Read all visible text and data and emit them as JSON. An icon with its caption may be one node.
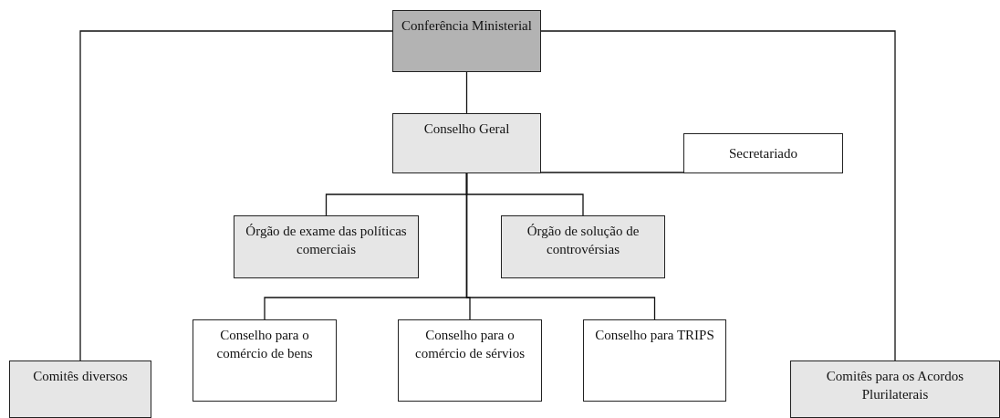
{
  "diagram": {
    "nodes": [
      {
        "text": [
          "Conferência Ministerial"
        ]
      },
      {
        "text": [
          "Conselho Geral"
        ]
      },
      {
        "text": [
          "Secretariado"
        ]
      },
      {
        "text": [
          "Órgão de exame das políticas comerciais"
        ]
      },
      {
        "text": [
          "Órgão de solução de controvérsias"
        ]
      },
      {
        "text": [
          "Conselho para o comércio de bens"
        ]
      },
      {
        "text": [
          "Conselho para o comércio de sérvios"
        ]
      },
      {
        "text": [
          "Conselho para TRIPS"
        ]
      },
      {
        "text": [
          "Comitês diversos"
        ]
      },
      {
        "text": [
          "Comitês para os Acordos Plurilaterais"
        ]
      }
    ],
    "edges": [
      {
        "from": 0,
        "to": 1,
        "arrow": "none"
      },
      {
        "from": 0,
        "to": 8,
        "arrow": "none"
      },
      {
        "from": 0,
        "to": 9,
        "arrow": "none"
      },
      {
        "from": 1,
        "to": 2,
        "arrow": "none"
      },
      {
        "from": 1,
        "to": 3,
        "arrow": "none"
      },
      {
        "from": 1,
        "to": 4,
        "arrow": "none"
      },
      {
        "from": 1,
        "to": 5,
        "arrow": "none"
      },
      {
        "from": 1,
        "to": 6,
        "arrow": "none"
      },
      {
        "from": 1,
        "to": 7,
        "arrow": "none"
      }
    ]
  }
}
